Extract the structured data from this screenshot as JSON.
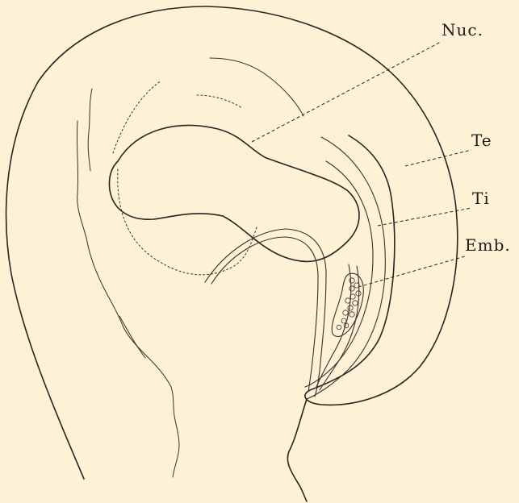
{
  "figure": {
    "labels": {
      "nuc": "Nuc.",
      "te": "Te",
      "ti": "Ti",
      "emb": "Emb."
    }
  }
}
